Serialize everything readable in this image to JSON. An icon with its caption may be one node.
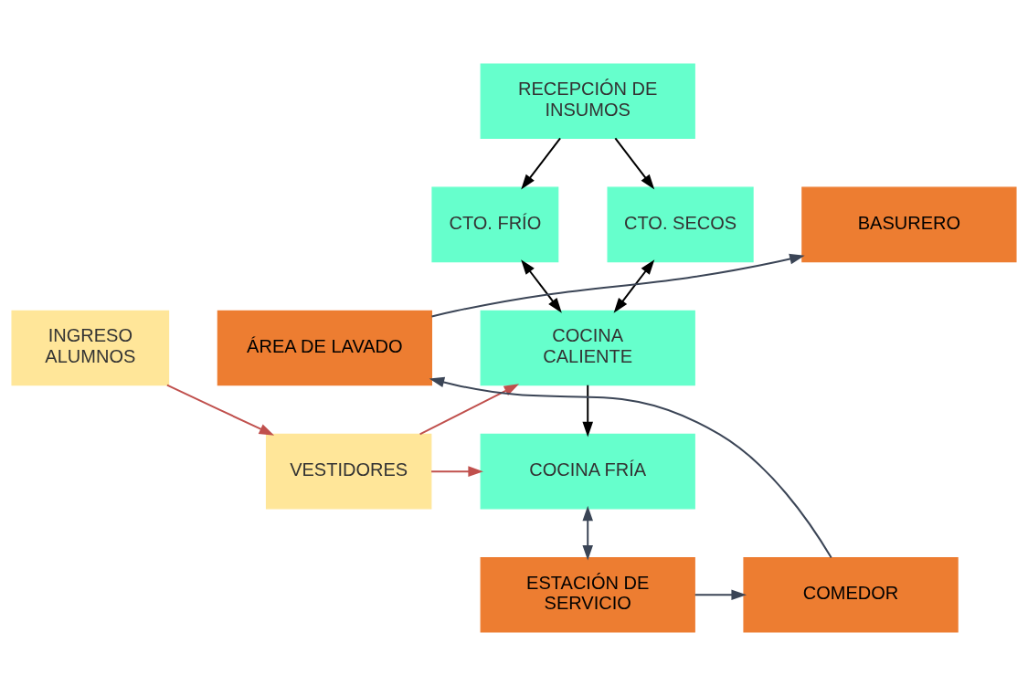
{
  "diagram": {
    "nodes": [
      {
        "text": [
          "RECEPCIÓN DE INSUMOS"
        ]
      },
      {
        "text": [
          "CTO. FRÍO"
        ]
      },
      {
        "text": [
          "CTO. SECOS"
        ]
      },
      {
        "text": [
          "BASURERO"
        ]
      },
      {
        "text": [
          "INGRESO ALUMNOS"
        ]
      },
      {
        "text": [
          "COCINA CALIENTE"
        ]
      },
      {
        "text": [
          "ÁREA DE LAVADO"
        ]
      },
      {
        "text": [
          "VESTIDORES"
        ]
      },
      {
        "text": [
          "COCINA FRÍA"
        ]
      },
      {
        "text": [
          "ESTACIÓN DE SERVICIO"
        ]
      },
      {
        "text": [
          "COMEDOR"
        ]
      }
    ],
    "edges": [
      {
        "from": 0,
        "to": 1,
        "arrow": "to"
      },
      {
        "from": 0,
        "to": 2,
        "arrow": "to"
      },
      {
        "from": 1,
        "to": 5,
        "arrow": "both"
      },
      {
        "from": 2,
        "to": 5,
        "arrow": "both"
      },
      {
        "from": 4,
        "to": 7,
        "arrow": "to",
        "color": "#c0504d"
      },
      {
        "from": 7,
        "to": 5,
        "arrow": "to",
        "color": "#c0504d"
      },
      {
        "from": 5,
        "to": 8,
        "arrow": "to"
      },
      {
        "from": 7,
        "to": 8,
        "arrow": "to",
        "color": "#c0504d"
      },
      {
        "from": 8,
        "to": 9,
        "arrow": "both",
        "color": "#3b4556"
      },
      {
        "from": 9,
        "to": 10,
        "arrow": "to",
        "color": "#3b4556"
      },
      {
        "from": 10,
        "to": 6,
        "arrow": "to",
        "color": "#3b4556"
      },
      {
        "from": 6,
        "to": 3,
        "arrow": "to",
        "color": "#3b4556"
      }
    ]
  }
}
